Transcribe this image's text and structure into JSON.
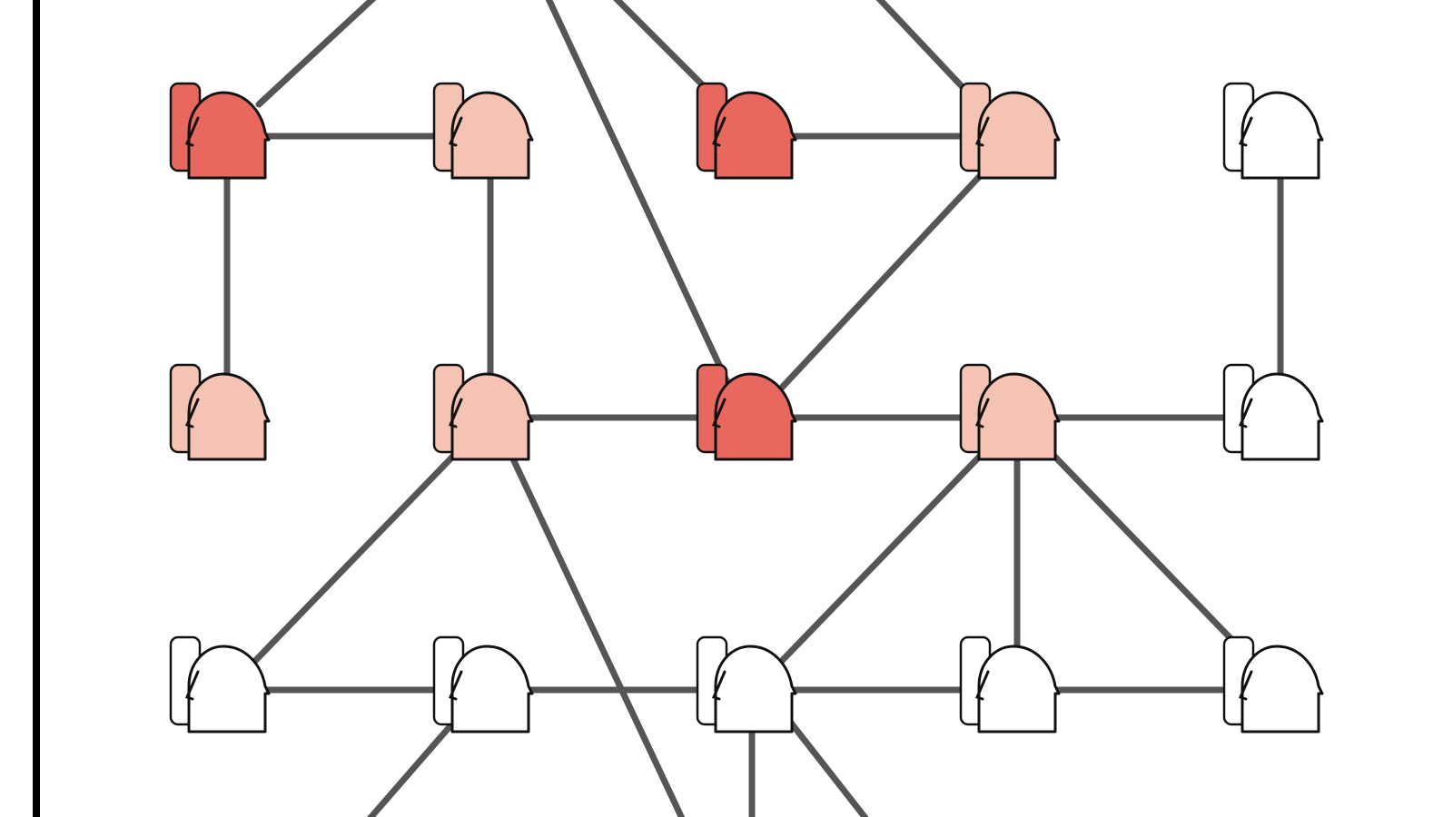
{
  "diagram": {
    "colors": {
      "background": "#ffffff",
      "edge": "#555555",
      "outline": "#111111",
      "left_frame": "#000000"
    },
    "state_colors": {
      "high": "#e8685f",
      "medium": "#f5c3b3",
      "none": "#ffffff"
    },
    "node_icon": "person-with-phone-icon",
    "nodes": [
      {
        "id": "r1c1",
        "state": "high"
      },
      {
        "id": "r1c2",
        "state": "medium"
      },
      {
        "id": "r1c3",
        "state": "high"
      },
      {
        "id": "r1c4",
        "state": "medium"
      },
      {
        "id": "r1c5",
        "state": "none"
      },
      {
        "id": "r2c1",
        "state": "medium"
      },
      {
        "id": "r2c2",
        "state": "medium"
      },
      {
        "id": "r2c3",
        "state": "high"
      },
      {
        "id": "r2c4",
        "state": "medium"
      },
      {
        "id": "r2c5",
        "state": "none"
      },
      {
        "id": "r3c1",
        "state": "none"
      },
      {
        "id": "r3c2",
        "state": "none"
      },
      {
        "id": "r3c3",
        "state": "none"
      },
      {
        "id": "r3c4",
        "state": "none"
      },
      {
        "id": "r3c5",
        "state": "none"
      }
    ],
    "edges": [
      [
        "r1c1",
        "r1c2"
      ],
      [
        "r1c3",
        "r1c4"
      ],
      [
        "r1c1",
        "r2c1"
      ],
      [
        "r1c2",
        "r2c2"
      ],
      [
        "r1c5",
        "r2c5"
      ],
      [
        "r1c4",
        "r2c3"
      ],
      [
        "r2c2",
        "r2c3"
      ],
      [
        "r2c3",
        "r2c4"
      ],
      [
        "r2c4",
        "r2c5"
      ],
      [
        "r2c2",
        "r3c1"
      ],
      [
        "r2c4",
        "r3c3"
      ],
      [
        "r2c4",
        "r3c4"
      ],
      [
        "r2c4",
        "r3c5"
      ],
      [
        "r3c1",
        "r3c2"
      ],
      [
        "r3c2",
        "r3c3"
      ],
      [
        "r3c3",
        "r3c4"
      ],
      [
        "r3c4",
        "r3c5"
      ]
    ]
  }
}
